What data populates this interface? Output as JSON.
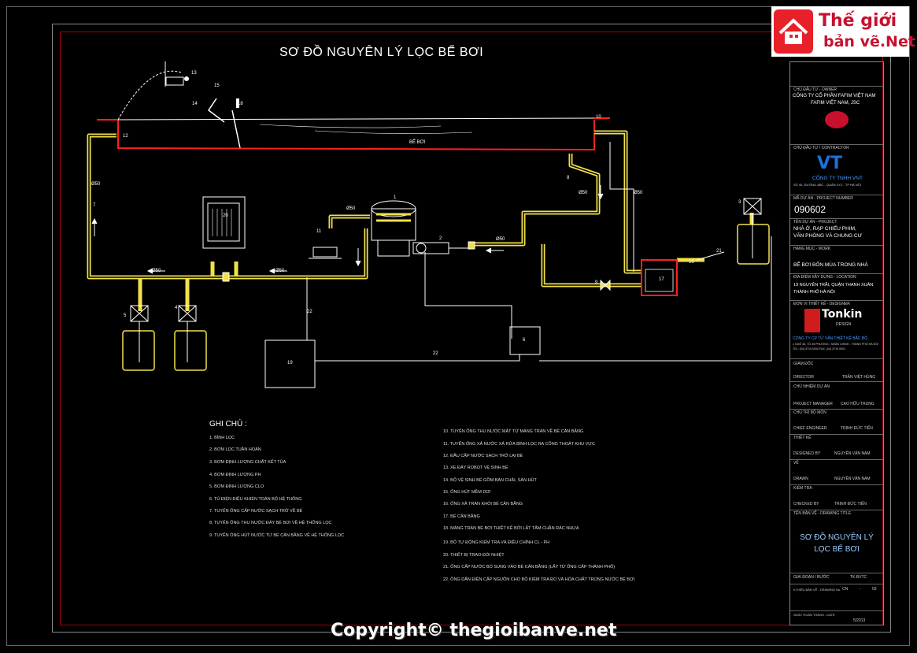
{
  "title": "SƠ ĐỒ NGUYÊN LÝ LỌC BỂ BƠI",
  "pool_label": "BỂ BƠI",
  "notes": {
    "heading": "GHI CHÚ :",
    "left": [
      "1. BÌNH LỌC",
      "2. BƠM LỌC TUẦN HOÀN",
      "3. BƠM ĐỊNH LƯỢNG CHẤT KẾT TỦA",
      "4. BƠM ĐỊNH LƯỢNG PH",
      "5. BƠM ĐỊNH LƯỢNG CLO",
      "6. TỦ ĐIỆN ĐIỀU KHIỂN TOÀN BỘ HỆ THỐNG",
      "7. TUYẾN ỐNG CẤP NƯỚC SẠCH TRỞ VỀ BỂ",
      "8. TUYẾN ỐNG THU NƯỚC ĐÁY BỂ BƠI VỀ HỆ THỐNG LỌC",
      "9. TUYẾN ỐNG HÚT NƯỚC TỪ BỂ CÂN BẰNG VỀ HỆ THỐNG LỌC"
    ],
    "right": [
      "10. TUYẾN ỐNG THU NƯỚC MẶT TỪ MÁNG TRÀN VỀ BỂ CÂN BẰNG",
      "11. TUYẾN ỐNG XẢ NƯỚC XẢ RỬA BÌNH LỌC RA CỐNG THOÁT KHU VỰC",
      "12. ĐẦU CẤP NƯỚC SẠCH TRỞ LẠI BỂ",
      "13. XE ĐẨY ROBOT VỆ SINH BỂ",
      "14. BỘ VỆ SINH BỂ GỒM BÀN CHẢI, SÀN HÚT",
      "15. ỐNG HÚT MỀM DƠI",
      "16. ỐNG XẢ TRÀN KHỎI BỂ CÂN BẰNG",
      "17. BỂ CÂN BẰNG",
      "18. MÁNG TRÀN BỂ BƠI THIẾT KẾ BỞI LẮT TẤM CHẮN RÁC NHỰA",
      "19. BỘ TỰ ĐỘNG KIỂM TRA VÀ ĐIỀU CHỈNH CL - PH",
      "20. THIẾT BỊ TRAO ĐỔI NHIỆT",
      "21. ỐNG CẤP NƯỚC BỔ SUNG VÀO BỂ CÂN BẰNG (LẤY TỪ ỐNG CẤP THÀNH PHỐ)",
      "22. ỐNG DẪN ĐIỆN CẤP NGUỒN CHO BỘ KIỂM TRA ĐO VÀ HÓA CHẤT TRONG NƯỚC BỂ BƠI"
    ]
  },
  "labels": {
    "n1": "1",
    "n2": "2",
    "n3": "3",
    "n4": "4",
    "n5": "5",
    "n6": "6",
    "n7": "7",
    "n8": "8",
    "n9": "9",
    "n10": "10",
    "n11": "11",
    "n12": "12",
    "n13": "13",
    "n14": "14",
    "n15": "15",
    "n16": "16",
    "n17": "17",
    "n18": "18",
    "n19": "19",
    "n20": "20",
    "n21": "21",
    "n22a": "22",
    "n22b": "22",
    "d1": "Ø50",
    "d2": "Ø50",
    "d3": "Ø50",
    "d4": "Ø50",
    "d5": "Ø50",
    "d6": "Ø50",
    "d7": "Ø50"
  },
  "title_block": {
    "owner_label": "CHỦ ĐẦU TƯ - OWNER",
    "company1_l1": "CÔNG TY CỔ PHẦN FAFIM VIỆT NAM",
    "company1_l2": "FAFIM VIỆT NAM, JSC",
    "contractor_label": "CHỦ ĐẦU TƯ / CONTRACTOR",
    "company2": "CÔNG TY TNHH VNT",
    "company2_addr": "SỐ 45, ĐƯỜNG ABC - QUẬN XYZ - TP HÀ NỘI",
    "code_label": "MÃ DỰ ÁN - PROJECT NUMBER",
    "project_code": "090602",
    "project_label": "TÊN DỰ ÁN - PROJECT",
    "project_l1": "NHÀ Ở, RẠP CHIẾU PHIM,",
    "project_l2": "VĂN PHÒNG VÀ CHUNG CƯ",
    "work_label": "HẠNG MỤC - WORK",
    "work": "BỂ BƠI BỐN MÙA TRONG NHÀ",
    "loc_label": "ĐỊA ĐIỂM XÂY DỰNG - LOCATION",
    "loc_l1": "19 NGUYỄN TRÃI, QUẬN THANH XUÂN",
    "loc_l2": "THÀNH PHỐ HÀ NỘI",
    "design_label": "ĐƠN VỊ THIẾT KẾ - DESIGNER",
    "design_brand": "Tonkin",
    "design_sub": "DESIGN",
    "design_company": "CÔNG TY CP TƯ VẤN THIẾT KẾ BẮC BỘ",
    "design_addr": "1 NGÕ 45, TỔ 35 PHƯỜNG - NHÂN CHÍNH - THÀNH PHỐ HÀ NỘI",
    "design_tel": "TEL: (04) 3719 0000  FAX: (04) 3719 0001",
    "director_label": "GIÁM ĐỐC",
    "director_role": "DIRECTOR",
    "director_name": "TRẦN VIỆT HÙNG",
    "pm_label": "CHỦ NHIỆM DỰ ÁN",
    "pm_role": "PROJECT MANAGER",
    "pm_name": "CAO HỮU TRUNG",
    "chief_label": "CHỦ TRÌ BỘ MÔN",
    "chief_role": "CHIEF ENGINEER",
    "chief_name": "TRỊNH ĐỨC TIẾN",
    "designed_label": "THIẾT KẾ",
    "designed_role": "DESIGNED BY",
    "designed_name": "NGUYỄN VĂN NAM",
    "drawn_label": "VẼ",
    "drawn_role": "DRAWN",
    "drawn_name": "NGUYỄN VĂN NAM",
    "check_label": "KIỂM TRA",
    "check_role": "CHECKED BY",
    "check_name": "TRỊNH ĐỨC TIẾN",
    "sheet_label": "TÊN BẢN VẼ - DRAWING TITLE",
    "sheet_title_l1": "SƠ ĐỒ NGUYÊN LÝ",
    "sheet_title_l2": "LỌC BỂ BƠI",
    "stage_label": "GIAI ĐOẠN / BƯỚC",
    "stage": "TK.BVTC",
    "num_label": "KÍ HIỆU BẢN VẼ - DRAWING No.",
    "num_a": "CN",
    "num_sep": "-",
    "num_b": "03",
    "date_label": "NGÀY HOÀN THÀNH - DATE",
    "date": "5/2013"
  },
  "watermark": {
    "brand_top": "Thế giới",
    "brand_bottom": "bản vẽ.Net",
    "copyright": "Copyright© thegioibanve.net"
  },
  "colors": {
    "pipe": "#f0e04a",
    "pipe_fill": "#b3a02a",
    "white_line": "#ffffff",
    "red": "#ff2020",
    "bg": "#000000",
    "tb_title": "#99ccff"
  }
}
